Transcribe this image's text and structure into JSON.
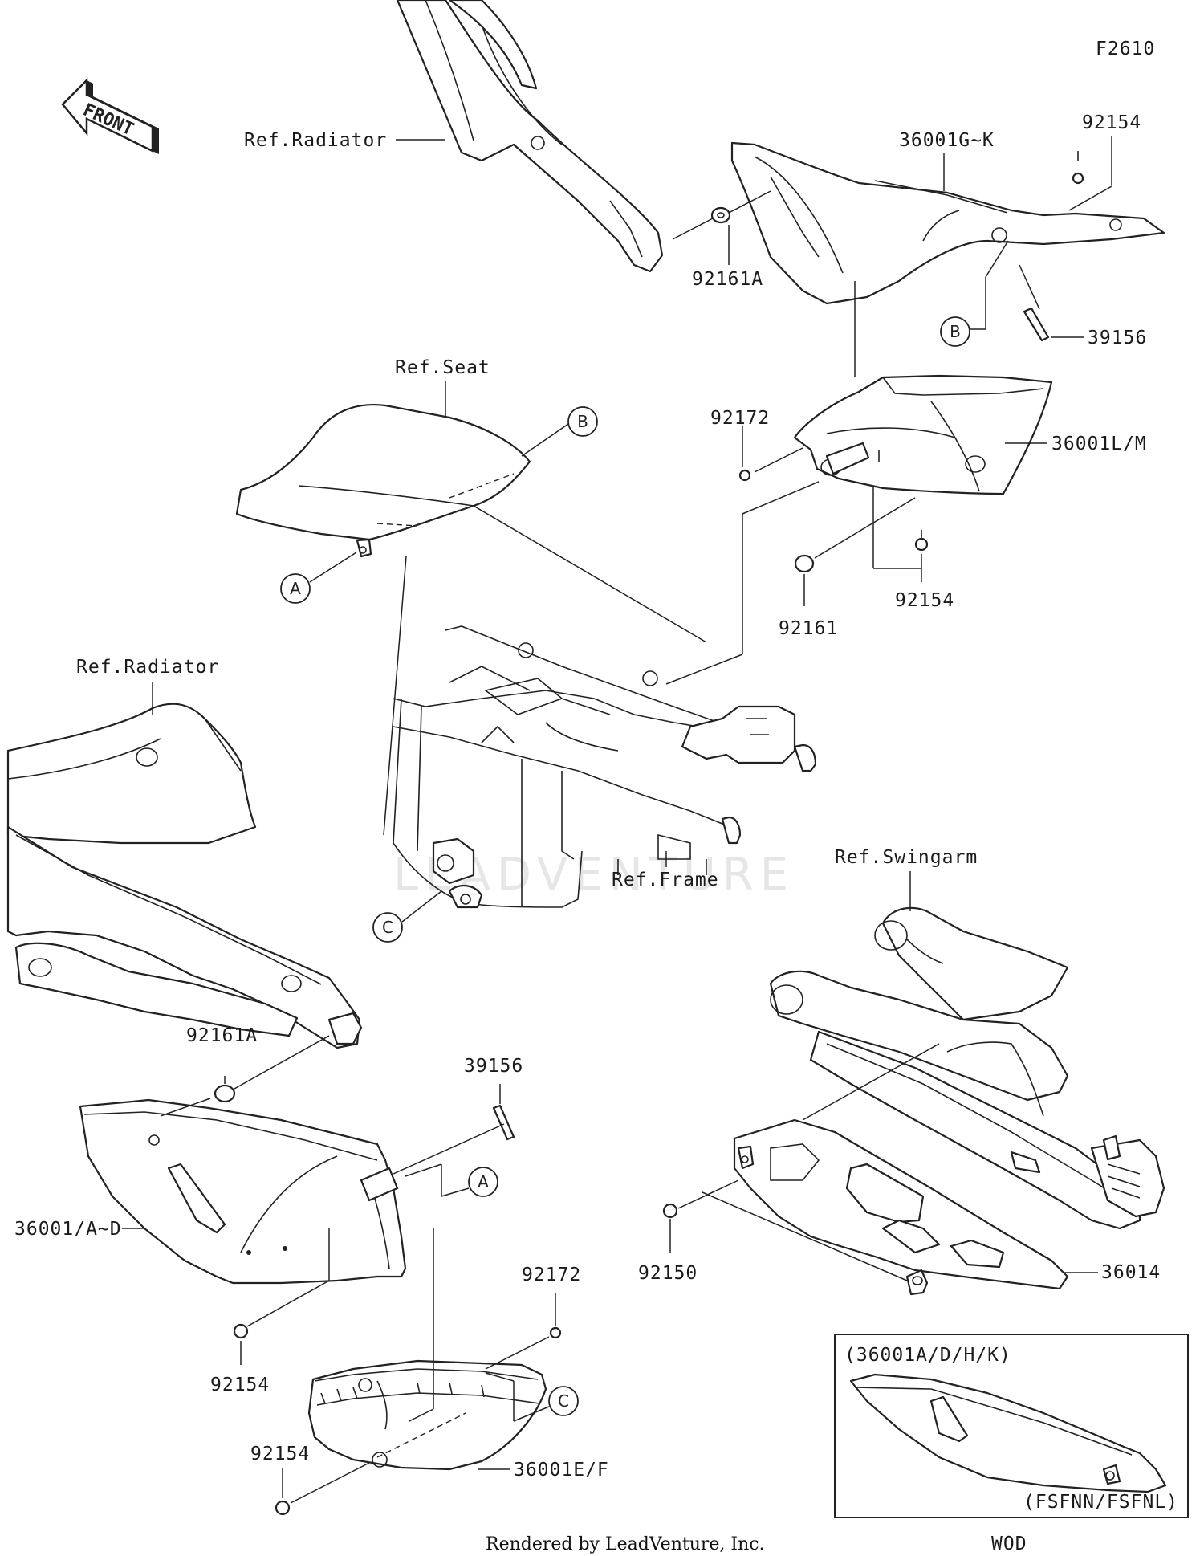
{
  "figure_code": "F2610",
  "front_arrow_label": "FRONT",
  "refs": {
    "radiator_top": "Ref.Radiator",
    "seat": "Ref.Seat",
    "radiator_left": "Ref.Radiator",
    "frame": "Ref.Frame",
    "swingarm": "Ref.Swingarm"
  },
  "parts": {
    "cover_gk": "36001G~K",
    "bolt_92154_top": "92154",
    "grommet_92161a_top": "92161A",
    "pin_39156_top": "39156",
    "cover_lm": "36001L/M",
    "bolt_92172_top": "92172",
    "bolt_92154_mid": "92154",
    "grommet_92161": "92161",
    "grommet_92161a_bottom": "92161A",
    "pin_39156_bottom": "39156",
    "cover_ad": "36001/A~D",
    "bolt_92172_bottom": "92172",
    "bolt_92154_bottom_a": "92154",
    "bolt_92154_bottom_b": "92154",
    "cover_ef": "36001E/F",
    "bolt_92150": "92150",
    "guard_36014": "36014"
  },
  "callouts": {
    "a": "A",
    "b": "B",
    "c": "C"
  },
  "inset": {
    "top_label": "(36001A/D/H/K)",
    "bottom_label": "(FSFNN/FSFNL)",
    "code": "WOD"
  },
  "watermark": "LEADVENTURE",
  "footer": "Rendered by LeadVenture, Inc."
}
